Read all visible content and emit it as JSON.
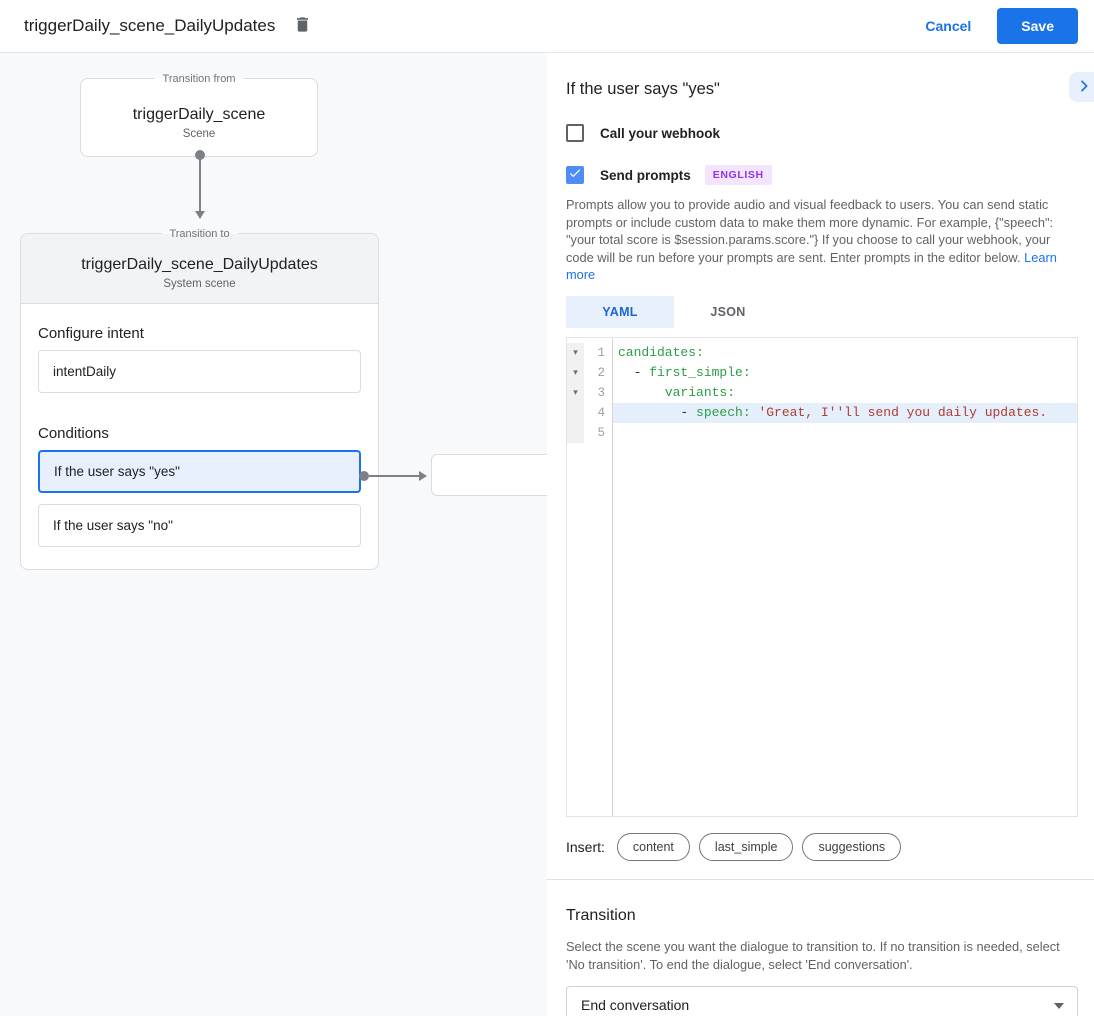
{
  "colors": {
    "accent_blue": "#1a73e8",
    "tab_active_bg": "#e8f0fe",
    "selected_condition_bg": "#e8f0fe",
    "checkbox_checked": "#4e8df6",
    "badge_purple_text": "#9334e6",
    "badge_purple_bg": "#f3e5fd",
    "yaml_key_green": "#2d9d46",
    "yaml_string_red": "#b23b32",
    "panel_gray": "#f8f9fa"
  },
  "top_bar": {
    "title": "triggerDaily_scene_DailyUpdates",
    "cancel_label": "Cancel",
    "save_label": "Save"
  },
  "diagram": {
    "from_box": {
      "legend": "Transition from",
      "title": "triggerDaily_scene",
      "subtitle": "Scene"
    },
    "to_box": {
      "legend": "Transition to",
      "title": "triggerDaily_scene_DailyUpdates",
      "subtitle": "System scene",
      "configure_intent_label": "Configure intent",
      "intent_value": "intentDaily",
      "conditions_label": "Conditions",
      "conditions": [
        {
          "label": "If the user says \"yes\"",
          "selected": true
        },
        {
          "label": "If the user says \"no\"",
          "selected": false
        }
      ]
    }
  },
  "editor_panel": {
    "title": "If the user says \"yes\"",
    "webhook_checkbox": {
      "label": "Call your webhook",
      "checked": false
    },
    "prompts_checkbox": {
      "label": "Send prompts",
      "checked": true,
      "badge": "ENGLISH"
    },
    "description": "Prompts allow you to provide audio and visual feedback to users. You can send static prompts or include custom data to make them more dynamic. For example, {\"speech\": \"your total score is $session.params.score.\"} If you choose to call your webhook, your code will be run before your prompts are sent. Enter prompts in the editor below. ",
    "learn_more_label": "Learn more",
    "tabs": [
      {
        "label": "YAML",
        "active": true
      },
      {
        "label": "JSON",
        "active": false
      }
    ],
    "code": {
      "lines": [
        {
          "num": 1,
          "fold": true,
          "highlight": false,
          "segments": [
            {
              "type": "key",
              "text": "candidates:"
            }
          ]
        },
        {
          "num": 2,
          "fold": true,
          "highlight": false,
          "segments": [
            {
              "type": "plain",
              "text": "  "
            },
            {
              "type": "punct",
              "text": "- "
            },
            {
              "type": "key",
              "text": "first_simple:"
            }
          ]
        },
        {
          "num": 3,
          "fold": true,
          "highlight": false,
          "segments": [
            {
              "type": "plain",
              "text": "      "
            },
            {
              "type": "key",
              "text": "variants:"
            }
          ]
        },
        {
          "num": 4,
          "fold": false,
          "highlight": true,
          "segments": [
            {
              "type": "plain",
              "text": "        "
            },
            {
              "type": "punct",
              "text": "- "
            },
            {
              "type": "key",
              "text": "speech: "
            },
            {
              "type": "string",
              "text": "'Great, I''ll send you daily updates."
            }
          ]
        },
        {
          "num": 5,
          "fold": false,
          "highlight": false,
          "segments": [
            {
              "type": "plain",
              "text": ""
            }
          ]
        }
      ]
    },
    "insert_label": "Insert:",
    "insert_chips": [
      "content",
      "last_simple",
      "suggestions"
    ]
  },
  "transition_section": {
    "title": "Transition",
    "description": "Select the scene you want the dialogue to transition to. If no transition is needed, select 'No transition'. To end the dialogue, select 'End conversation'.",
    "dropdown_value": "End conversation"
  }
}
